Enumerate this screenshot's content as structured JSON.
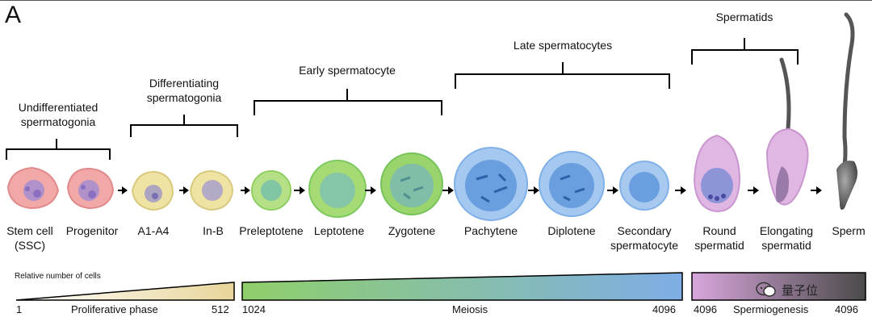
{
  "panel_label": "A",
  "groups": [
    {
      "id": "undiff",
      "label": "Undifferentiated\nspermatogonia"
    },
    {
      "id": "diff",
      "label": "Differentiating\nspermatogonia"
    },
    {
      "id": "early",
      "label": "Early spermatocyte"
    },
    {
      "id": "late",
      "label": "Late spermatocytes"
    },
    {
      "id": "spermatids",
      "label": "Spermatids"
    }
  ],
  "cells": [
    {
      "label": "Stem cell\n(SSC)",
      "color": "#e88f96"
    },
    {
      "label": "Progenitor",
      "color": "#e89096"
    },
    {
      "label": "A1-A4",
      "color": "#e9dd94"
    },
    {
      "label": "In-B",
      "color": "#e9d996"
    },
    {
      "label": "Preleptotene",
      "color": "#9ed46e"
    },
    {
      "label": "Leptotene",
      "color": "#8fcf62"
    },
    {
      "label": "Zygotene",
      "color": "#7ec95f"
    },
    {
      "label": "Pachytene",
      "color": "#7fb0e8"
    },
    {
      "label": "Diplotene",
      "color": "#7fb0e6"
    },
    {
      "label": "Secondary\nspermatocyte",
      "color": "#82b2e8"
    },
    {
      "label": "Round\nspermatid",
      "color": "#d8a6dc"
    },
    {
      "label": "Elongating\nspermatid",
      "color": "#d9a8dc"
    },
    {
      "label": "Sperm",
      "color": "#6b6b6b"
    }
  ],
  "relative_cells_label": "Relative number of cells",
  "bars": [
    {
      "id": "proliferative",
      "phase": "Proliferative phase",
      "start": "1",
      "end": "512",
      "color_from": "#ffffff",
      "color_to": "#e8d59a"
    },
    {
      "id": "meiosis",
      "phase": "Meiosis",
      "start": "1024",
      "end": "4096",
      "color_from": "#8fcf6a",
      "color_to": "#7eaee6"
    },
    {
      "id": "spermiogenesis",
      "phase": "Spermiogenesis",
      "start": "4096",
      "end": "4096",
      "color_from": "#d8a6dc",
      "color_to": "#4a4a4a"
    }
  ],
  "watermark": "量子位",
  "colors": {
    "bracket": "#000000",
    "arrow": "#000000"
  }
}
